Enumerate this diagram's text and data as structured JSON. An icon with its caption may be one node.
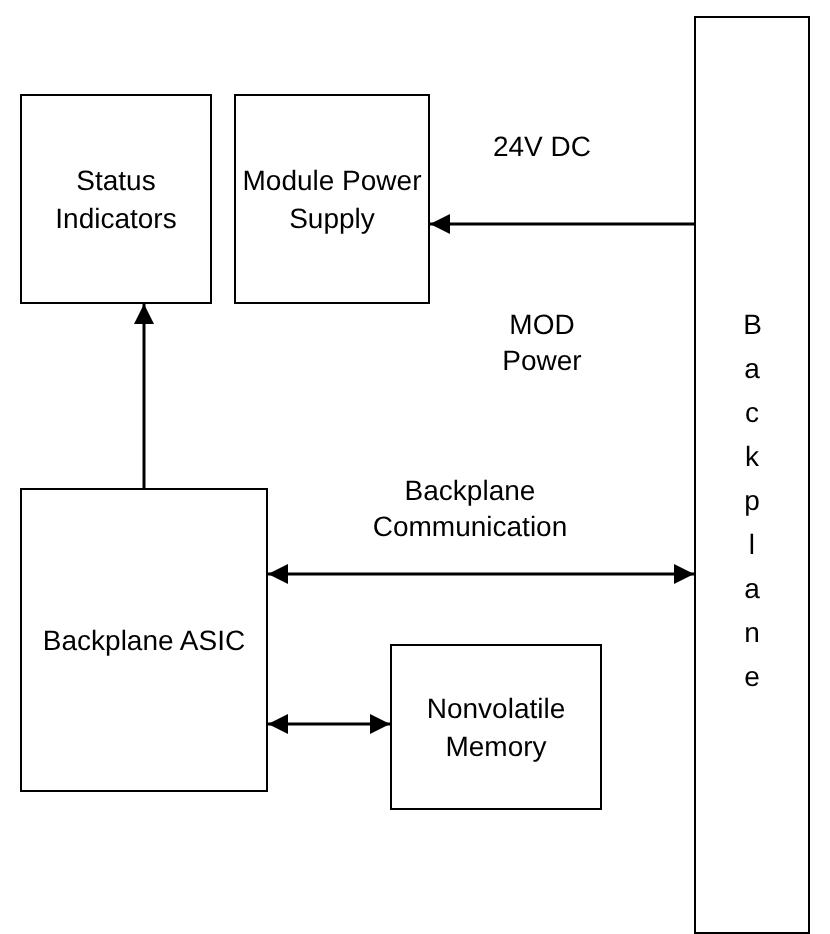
{
  "diagram": {
    "nodes": [
      {
        "text": [
          "Status Indicators"
        ]
      },
      {
        "text": [
          "Module Power Supply"
        ]
      },
      {
        "text": [
          "Backplane"
        ]
      },
      {
        "text": [
          "Backplane ASIC"
        ]
      },
      {
        "text": [
          "Nonvolatile Memory"
        ]
      }
    ],
    "edges": [
      {
        "from": 3,
        "to": 0,
        "arrow": "to"
      },
      {
        "from": 2,
        "to": 1,
        "arrow": "to",
        "label": "24V DC"
      },
      {
        "from": 3,
        "to": 2,
        "arrow": "both",
        "label": "Backplane Communication"
      },
      {
        "from": 3,
        "to": 4,
        "arrow": "both"
      }
    ],
    "labels": [
      "MOD Power"
    ]
  }
}
